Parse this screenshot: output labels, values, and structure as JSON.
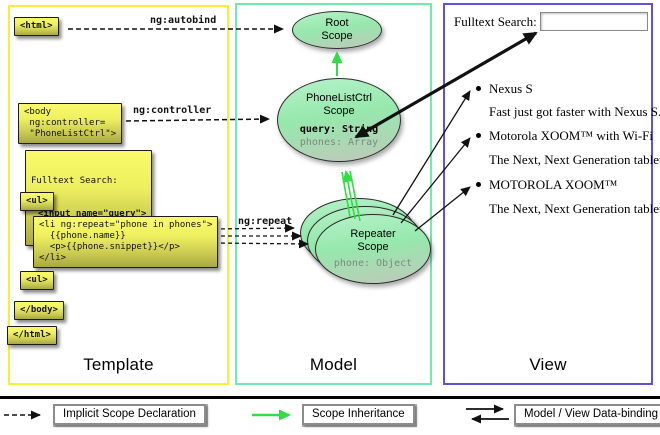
{
  "colors": {
    "template_border": "#f5ef35",
    "model_border": "#70eaae",
    "view_border": "#5b55d6",
    "inheritance_green": "#31dd44",
    "code_box_yellow": "#eef060",
    "scope_fill_green": "#96e8ad"
  },
  "template_panel": {
    "label": "Template",
    "boxes": {
      "html_open": "<html>",
      "body_open": "<body\n ng:controller=\n \"PhoneListCtrl\">",
      "fulltext_label": "Fulltext Search:",
      "fulltext_input": "<input name=\"query\">",
      "ul_open": "<ul>",
      "li_repeat": "<li ng:repeat=\"phone in phones\">\n  {{phone.name}}\n  <p>{{phone.snippet}}</p>\n</li>",
      "ul_close": "<ul>",
      "body_close": "</body>",
      "html_close": "</html>"
    }
  },
  "edges": {
    "autobind": "ng:autobind",
    "controller": "ng:controller",
    "repeat": "ng:repeat"
  },
  "model_panel": {
    "label": "Model",
    "root_scope": {
      "title": "Root\nScope"
    },
    "phonelist_scope": {
      "title": "PhoneListCtrl\nScope",
      "prop_query": "query: String",
      "prop_phones": "phones: Array"
    },
    "repeater_scope": {
      "title": "Repeater\nScope",
      "prop_phone": "phone: Object"
    }
  },
  "view_panel": {
    "label": "View",
    "search_label": "Fulltext Search:",
    "search_value": "",
    "items": [
      {
        "name": "Nexus S",
        "desc": "Fast just got faster with Nexus S."
      },
      {
        "name": "Motorola XOOM™ with Wi-Fi",
        "desc": "The Next, Next Generation tablet."
      },
      {
        "name": "MOTOROLA XOOM™",
        "desc": "The Next, Next Generation tablet."
      }
    ]
  },
  "legend": {
    "implicit": "Implicit Scope Declaration",
    "inheritance": "Scope Inheritance",
    "binding": "Model / View Data-binding"
  }
}
